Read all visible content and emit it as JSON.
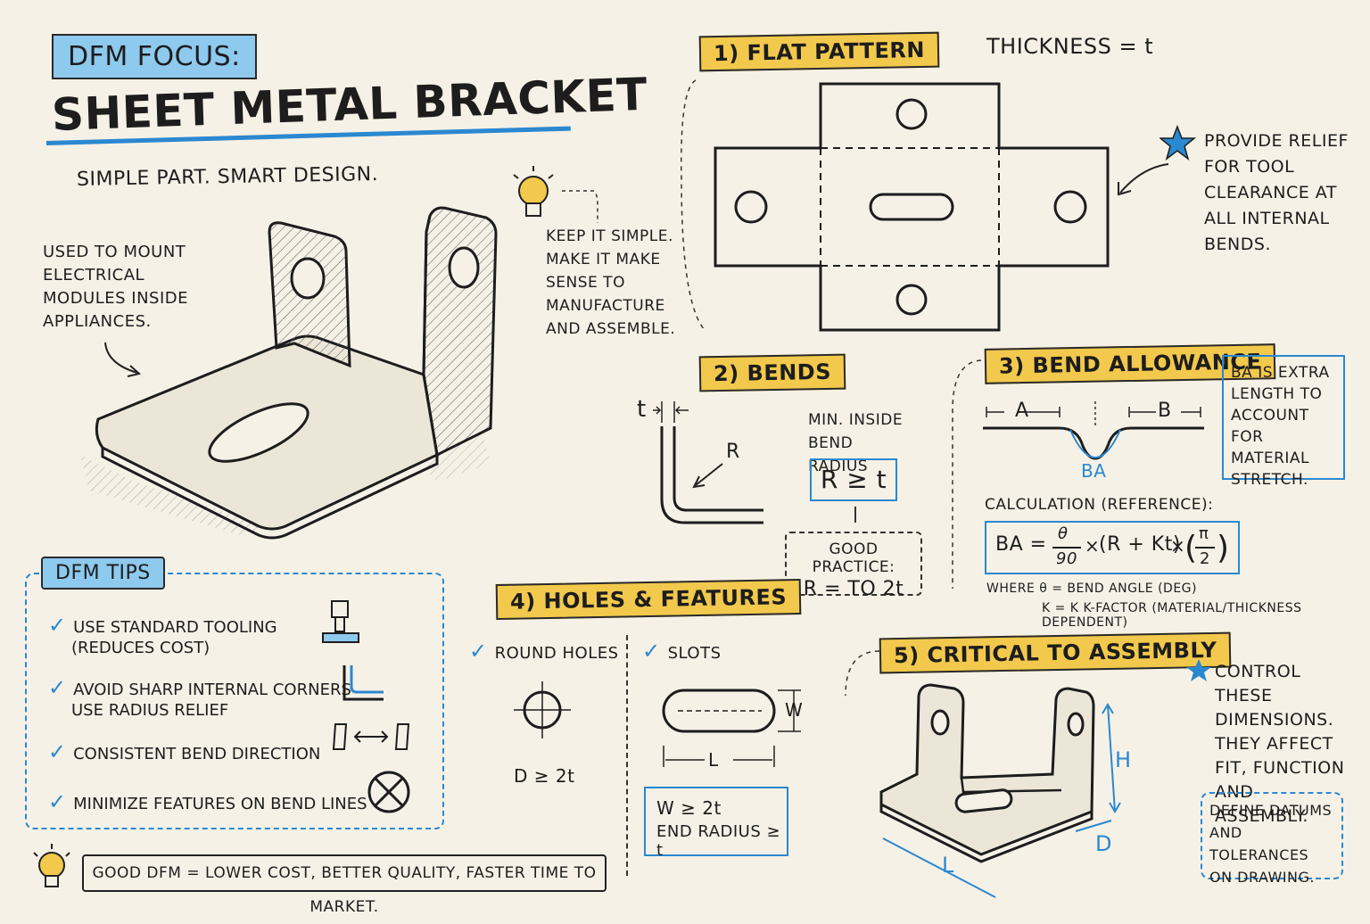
{
  "header": {
    "focus_tag": "DFM FOCUS:",
    "title": "SHEET METAL BRACKET",
    "subtitle": "SIMPLE PART. SMART DESIGN."
  },
  "left_notes": {
    "usage": "USED TO MOUNT ELECTRICAL MODULES INSIDE APPLIANCES.",
    "keep_simple": "KEEP IT SIMPLE. MAKE IT MAKE SENSE TO MANUFACTURE AND ASSEMBLE."
  },
  "flat_pattern": {
    "tag": "1) FLAT PATTERN",
    "thickness": "THICKNESS = t",
    "relief_note": "PROVIDE RELIEF FOR TOOL CLEARANCE AT ALL INTERNAL BENDS."
  },
  "bends": {
    "tag": "2) BENDS",
    "t_label": "t",
    "r_label": "R",
    "min_radius": "MIN. INSIDE BEND RADIUS",
    "formula": "R ≥ t",
    "good_practice_title": "GOOD PRACTICE:",
    "good_practice_value": "R = TO 2t"
  },
  "bend_allowance": {
    "tag": "3) BEND ALLOWANCE",
    "a_label": "A",
    "b_label": "B",
    "ba_label": "BA",
    "note": "BA IS EXTRA LENGTH TO ACCOUNT FOR MATERIAL STRETCH.",
    "calc_title": "CALCULATION (REFERENCE):",
    "formula_lhs": "BA =",
    "theta": "θ",
    "ninety": "90",
    "times1": "×",
    "middle": "(R + Kt)",
    "times2": "×",
    "pi": "π",
    "two": "2",
    "where_line1": "WHERE θ = BEND ANGLE (DEG)",
    "where_line2": "K = K K-FACTOR (MATERIAL/THICKNESS DEPENDENT)"
  },
  "holes": {
    "tag": "4) HOLES & FEATURES",
    "round_holes": "ROUND HOLES",
    "slots": "SLOTS",
    "d_rule": "D ≥ 2t",
    "w_label": "W",
    "l_label": "L",
    "slot_rule1": "W ≥ 2t",
    "slot_rule2": "END RADIUS ≥ t"
  },
  "critical": {
    "tag": "5) CRITICAL TO ASSEMBLY",
    "h_label": "H",
    "d_label": "D",
    "l_label": "L",
    "control_note": "CONTROL THESE DIMENSIONS. THEY AFFECT FIT, FUNCTION AND ASSEMBLY.",
    "datum_note": "DEFINE DATUMS AND TOLERANCES ON DRAWING."
  },
  "tips": {
    "tag": "DFM TIPS",
    "items": [
      {
        "line1": "USE STANDARD TOOLING",
        "line2": "(REDUCES COST)"
      },
      {
        "line1": "AVOID SHARP INTERNAL CORNERS",
        "line2": "USE RADIUS RELIEF"
      },
      {
        "line1": "CONSISTENT BEND DIRECTION",
        "line2": ""
      },
      {
        "line1": "MINIMIZE FEATURES ON BEND LINES",
        "line2": ""
      }
    ]
  },
  "footer": {
    "summary": "GOOD DFM = LOWER COST, BETTER QUALITY, FASTER TIME TO MARKET."
  },
  "colors": {
    "paper": "#f6f1e6",
    "accent_blue": "#2a88d0",
    "tag_yellow": "#f2c94c",
    "tag_blue": "#8ec9ee",
    "ink": "#1d1d1d"
  }
}
